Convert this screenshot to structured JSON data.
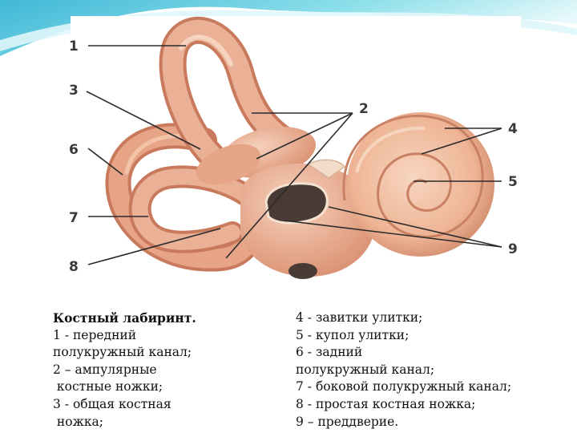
{
  "figure": {
    "labels": [
      "1",
      "2",
      "3",
      "4",
      "5",
      "6",
      "7",
      "8",
      "9"
    ]
  },
  "caption": {
    "left": [
      "Костный лабиринт.",
      "1 - передний",
      "полукружный канал;",
      "2 – ампулярные",
      " костные ножки;",
      "3 - общая костная",
      " ножка;"
    ],
    "right": [
      "4 - завитки улитки;",
      "5 - купол улитки;",
      "6 - задний",
      "полукружный канал;",
      "7 - боковой полукружный канал;",
      "8 - простая костная ножка;",
      "9 – преддверие."
    ]
  },
  "colors": {
    "slide_accent": "#6fd0e2",
    "bone": "#e9a98a",
    "bone_dark": "#c97a5c",
    "bone_light": "#f6cdb5",
    "cavity": "#4a3a35",
    "leader": "#2b2b2b"
  }
}
